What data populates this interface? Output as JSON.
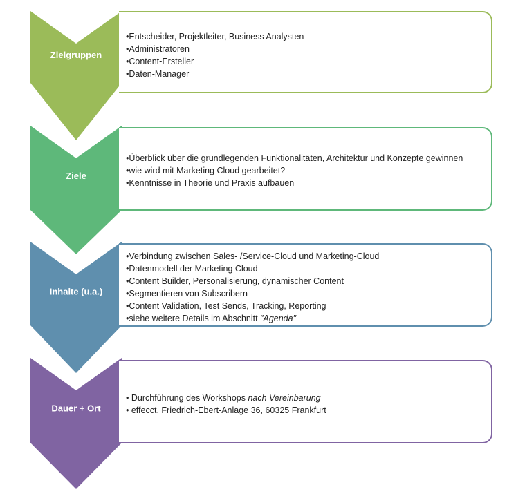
{
  "sections": [
    {
      "label": "Zielgruppen",
      "color": "#9bbb59",
      "items": [
        {
          "text": "•Entscheider, Projektleiter, Business Analysten",
          "em": ""
        },
        {
          "text": "•Administratoren",
          "em": ""
        },
        {
          "text": "•Content-Ersteller",
          "em": ""
        },
        {
          "text": "•Daten-Manager",
          "em": ""
        }
      ]
    },
    {
      "label": "Ziele",
      "color": "#5eb87a",
      "items": [
        {
          "text": "•Überblick über die grundlegenden Funktionalitäten, Architektur und Konzepte gewinnen",
          "em": ""
        },
        {
          "text": "•wie wird mit Marketing Cloud gearbeitet?",
          "em": ""
        },
        {
          "text": "•Kenntnisse in Theorie und Praxis aufbauen",
          "em": ""
        }
      ]
    },
    {
      "label": "Inhalte (u.a.)",
      "color": "#5f8fae",
      "items": [
        {
          "text": "•Verbindung zwischen Sales- /Service-Cloud und Marketing-Cloud",
          "em": ""
        },
        {
          "text": "•Datenmodell der Marketing Cloud",
          "em": ""
        },
        {
          "text": "•Content Builder, Personalisierung, dynamischer Content",
          "em": ""
        },
        {
          "text": "•Segmentieren von Subscribern",
          "em": ""
        },
        {
          "text": "•Content Validation, Test Sends, Tracking, Reporting",
          "em": ""
        },
        {
          "text": "•siehe weitere Details im Abschnitt ",
          "em": "\"Agenda\""
        }
      ]
    },
    {
      "label": "Dauer + Ort",
      "color": "#8064a2",
      "items": [
        {
          "text": "• Durchführung des Workshops ",
          "em": "nach Vereinbarung"
        },
        {
          "text": "• effecct, Friedrich-Ebert-Anlage 36, 60325 Frankfurt",
          "em": ""
        }
      ]
    }
  ]
}
